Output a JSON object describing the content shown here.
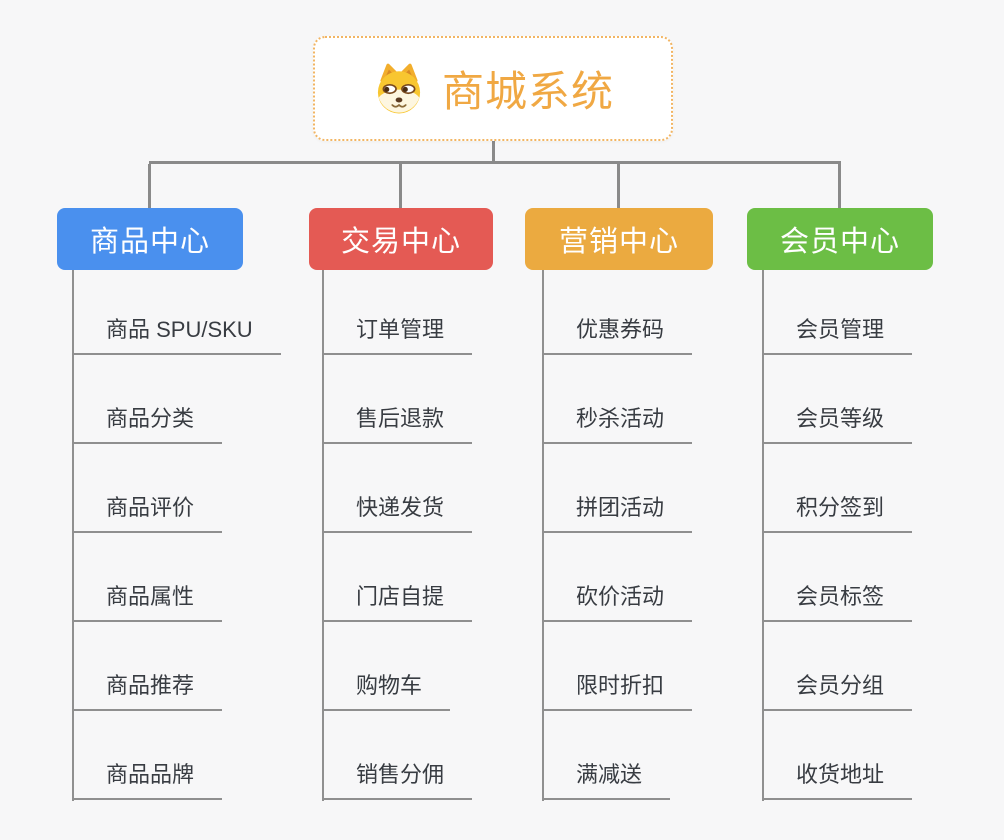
{
  "background_color": "#f7f7f8",
  "connector_color": "#8a8a8a",
  "root": {
    "title": "商城系统",
    "title_color": "#f0a843",
    "border_color": "#f2b563",
    "icon": "dog-face-icon"
  },
  "columns": [
    {
      "label": "商品中心",
      "color": "#4a90ee",
      "items": [
        "商品 SPU/SKU",
        "商品分类",
        "商品评价",
        "商品属性",
        "商品推荐",
        "商品品牌"
      ]
    },
    {
      "label": "交易中心",
      "color": "#e45a54",
      "items": [
        "订单管理",
        "售后退款",
        "快递发货",
        "门店自提",
        "购物车",
        "销售分佣"
      ]
    },
    {
      "label": "营销中心",
      "color": "#ebaa40",
      "items": [
        "优惠券码",
        "秒杀活动",
        "拼团活动",
        "砍价活动",
        "限时折扣",
        "满减送"
      ]
    },
    {
      "label": "会员中心",
      "color": "#6cbe45",
      "items": [
        "会员管理",
        "会员等级",
        "积分签到",
        "会员标签",
        "会员分组",
        "收货地址"
      ]
    }
  ]
}
